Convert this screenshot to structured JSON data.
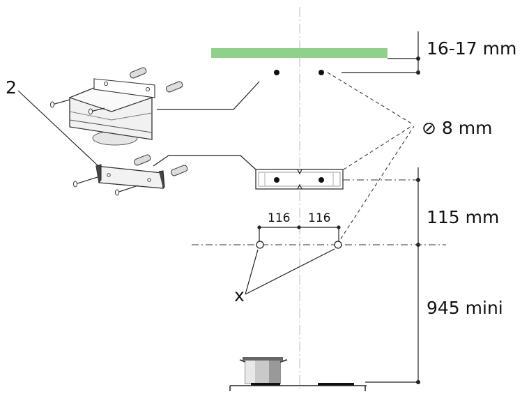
{
  "labels": {
    "callout_2": "2",
    "gap_dim": "16-17 mm",
    "hole_dia": "⊘ 8 mm",
    "spacing_left": "116",
    "spacing_right": "116",
    "vertical_dim": "115 mm",
    "height_min": "945 mini",
    "callout_x": "x"
  },
  "colors": {
    "cabinet_strip": "#8fd18a",
    "line": "#222222",
    "centerline": "#bbbbbb"
  }
}
